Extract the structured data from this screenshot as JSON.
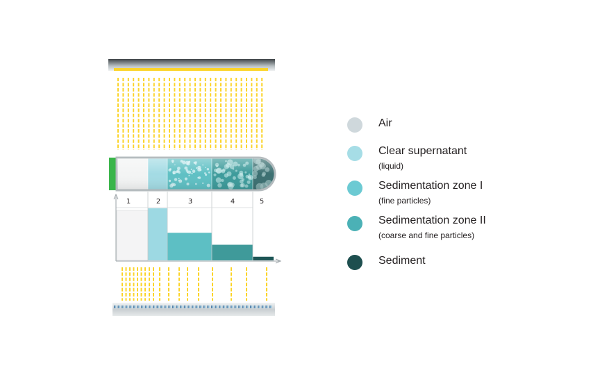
{
  "diagram": {
    "zone_numbers": [
      "1",
      "2",
      "3",
      "4",
      "5"
    ],
    "zone_colors": [
      "#f4f4f5",
      "#9dd9e3",
      "#5dbfc4",
      "#3f9a9a",
      "#1e5656"
    ],
    "zone_levels": [
      0.96,
      1.0,
      0.53,
      0.3,
      0.07
    ],
    "light_color": "#fbd42a",
    "led_color": "#3ab54a"
  },
  "legend": {
    "items": [
      {
        "label": "Air",
        "sublabel": "",
        "color": "#cfd8dc"
      },
      {
        "label": "Clear supernatant",
        "sublabel": "(liquid)",
        "color": "#a6dde6"
      },
      {
        "label": "Sedimentation zone I",
        "sublabel": "(fine particles)",
        "color": "#6ccad3"
      },
      {
        "label": "Sedimentation zone II",
        "sublabel": "(coarse and fine particles)",
        "color": "#4bb1b6"
      },
      {
        "label": "Sediment",
        "sublabel": "",
        "color": "#1e4f4f"
      }
    ]
  }
}
